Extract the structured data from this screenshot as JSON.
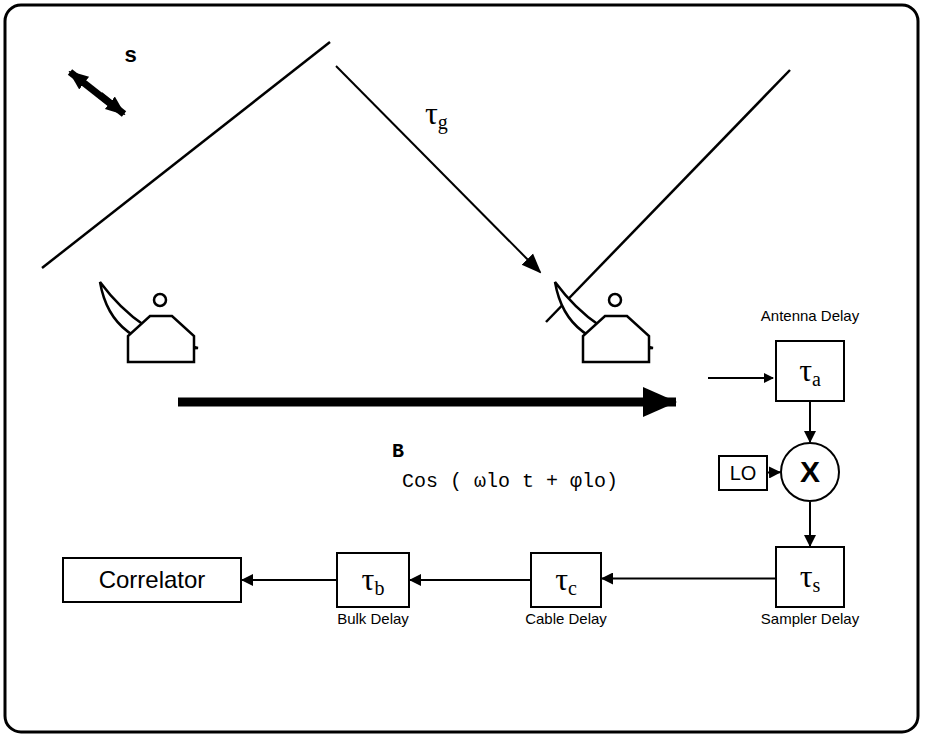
{
  "diagram": {
    "nodes": [
      {
        "text": [
          "Antenna Delay",
          "τa"
        ]
      },
      {
        "text": [
          "X"
        ]
      },
      {
        "text": [
          "LO"
        ]
      },
      {
        "text": [
          "τs",
          "Sampler Delay"
        ]
      },
      {
        "text": [
          "τc",
          "Cable Delay"
        ]
      },
      {
        "text": [
          "τb",
          "Bulk Delay"
        ]
      },
      {
        "text": [
          "Correlator"
        ]
      }
    ],
    "edges": [
      {
        "from": 0,
        "to": 1,
        "arrow": "to"
      },
      {
        "from": 2,
        "to": 1,
        "arrow": "to"
      },
      {
        "from": 1,
        "to": 3,
        "arrow": "to"
      },
      {
        "from": 3,
        "to": 4,
        "arrow": "to"
      },
      {
        "from": 4,
        "to": 5,
        "arrow": "to"
      },
      {
        "from": 5,
        "to": 6,
        "arrow": "to"
      }
    ],
    "labels": [
      "s",
      "τg",
      "B",
      "Cos ( ωlo t + φlo)"
    ]
  }
}
